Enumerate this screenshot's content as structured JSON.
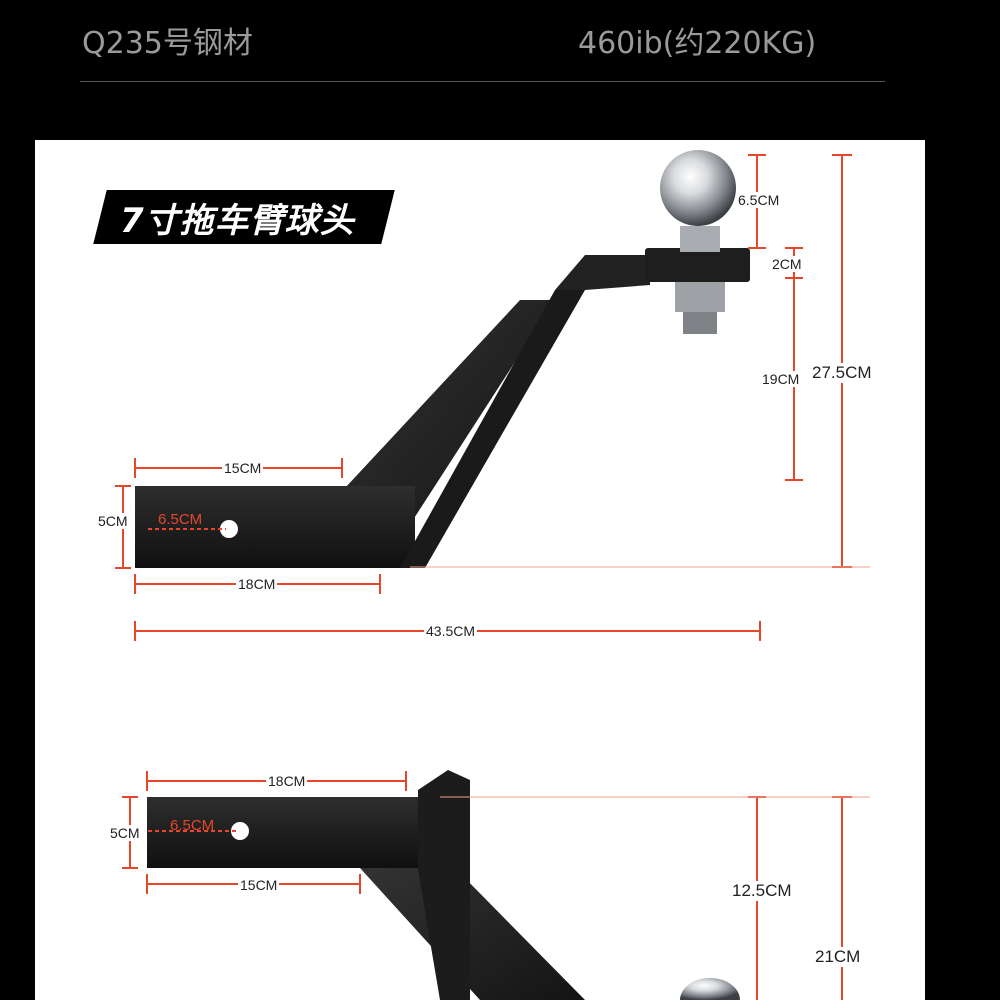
{
  "specs": {
    "material": "Q235号钢材",
    "capacity": "460ib(约220KG)"
  },
  "banner": {
    "title": "7寸拖车臂球头"
  },
  "top_dims": {
    "ball_height": "6.5CM",
    "plate": "2CM",
    "shank": "19CM",
    "total_height": "27.5CM",
    "tube_top": "15CM",
    "tube_height": "5CM",
    "hole": "6.5CM",
    "tube_bottom": "18CM",
    "total_length": "43.5CM"
  },
  "bottom_dims": {
    "tube_top": "18CM",
    "tube_height": "5CM",
    "hole": "6.5CM",
    "tube_bottom": "15CM",
    "drop": "12.5CM",
    "total": "21CM"
  },
  "colors": {
    "dimension_red": "#e8462a",
    "steel_black": "#1c1c1c",
    "chrome": "#c9ccd0"
  }
}
